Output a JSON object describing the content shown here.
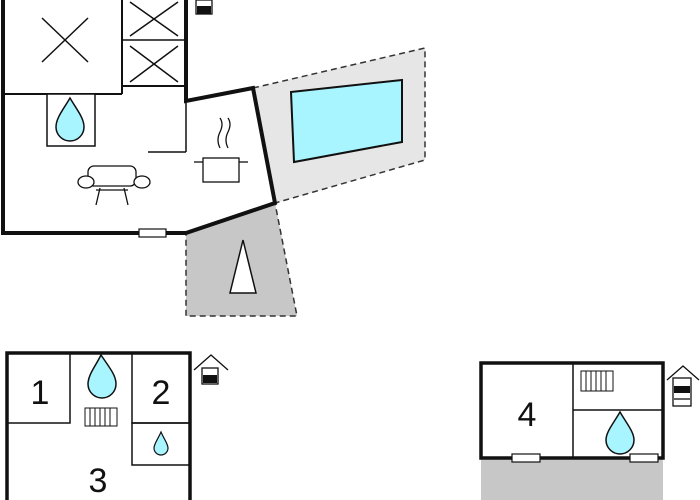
{
  "rooms": [
    {
      "number": "1"
    },
    {
      "number": "2"
    },
    {
      "number": "3"
    },
    {
      "number": "4"
    }
  ],
  "colors": {
    "wall": "#111111",
    "pool_water": "#a8f4ff",
    "water_drop": "#a8f4ff",
    "terrace": "#e6e6e6",
    "garden": "#c7c7c7"
  },
  "icons": [
    "floor-indicator-icon",
    "pool-icon",
    "water-drop-icon",
    "cooking-pot-icon",
    "sofa-icon",
    "radiator-icon",
    "window-icon",
    "tree-icon",
    "bed-cross-icon"
  ]
}
